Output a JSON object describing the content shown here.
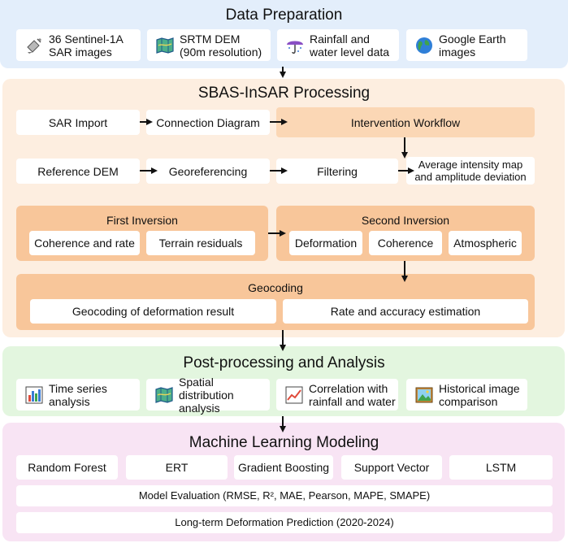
{
  "data_preparation": {
    "title": "Data Preparation",
    "items": [
      {
        "icon": "satellite-icon",
        "line1": "36 Sentinel-1A",
        "line2": "SAR images"
      },
      {
        "icon": "map-icon",
        "line1": "SRTM DEM",
        "line2": "(90m resolution)"
      },
      {
        "icon": "umbrella-rain-icon",
        "line1": "Rainfall and",
        "line2": "water level data"
      },
      {
        "icon": "globe-icon",
        "line1": "Google Earth",
        "line2": "images"
      }
    ]
  },
  "sbas": {
    "title": "SBAS-InSAR Processing",
    "sar_import": "SAR Import",
    "connection_diagram": "Connection Diagram",
    "intervention_workflow": "Intervention Workflow",
    "reference_dem": "Reference DEM",
    "georeferencing": "Georeferencing",
    "filtering": "Filtering",
    "avg_intensity_line1": "Average intensity map",
    "avg_intensity_line2": "and amplitude deviation",
    "first_inversion": {
      "title": "First Inversion",
      "items": [
        "Coherence and rate",
        "Terrain residuals"
      ]
    },
    "second_inversion": {
      "title": "Second Inversion",
      "items": [
        "Deformation",
        "Coherence",
        "Atmospheric"
      ]
    },
    "geocoding": {
      "title": "Geocoding",
      "items": [
        "Geocoding of deformation result",
        "Rate and accuracy estimation"
      ]
    }
  },
  "post_processing": {
    "title": "Post-processing and Analysis",
    "items": [
      {
        "icon": "bar-chart-icon",
        "line1": "Time series",
        "line2": "analysis"
      },
      {
        "icon": "map-icon",
        "line1": "Spatial distribution",
        "line2": "analysis"
      },
      {
        "icon": "line-chart-icon",
        "line1": "Correlation with",
        "line2": "rainfall and water"
      },
      {
        "icon": "picture-icon",
        "line1": "Historical image",
        "line2": "comparison"
      }
    ]
  },
  "ml": {
    "title": "Machine Learning Modeling",
    "models": [
      "Random Forest",
      "ERT",
      "Gradient Boosting",
      "Support Vector",
      "LSTM"
    ],
    "evaluation": "Model Evaluation (RMSE, R², MAE, Pearson, MAPE, SMAPE)",
    "prediction": "Long-term Deformation Prediction (2020-2024)"
  },
  "colors": {
    "data_prep_bg": "#e3eefb",
    "sbas_bg": "#fdeee0",
    "panel": "#f8c69a",
    "post_bg": "#e3f6df",
    "ml_bg": "#f8e4f4"
  }
}
